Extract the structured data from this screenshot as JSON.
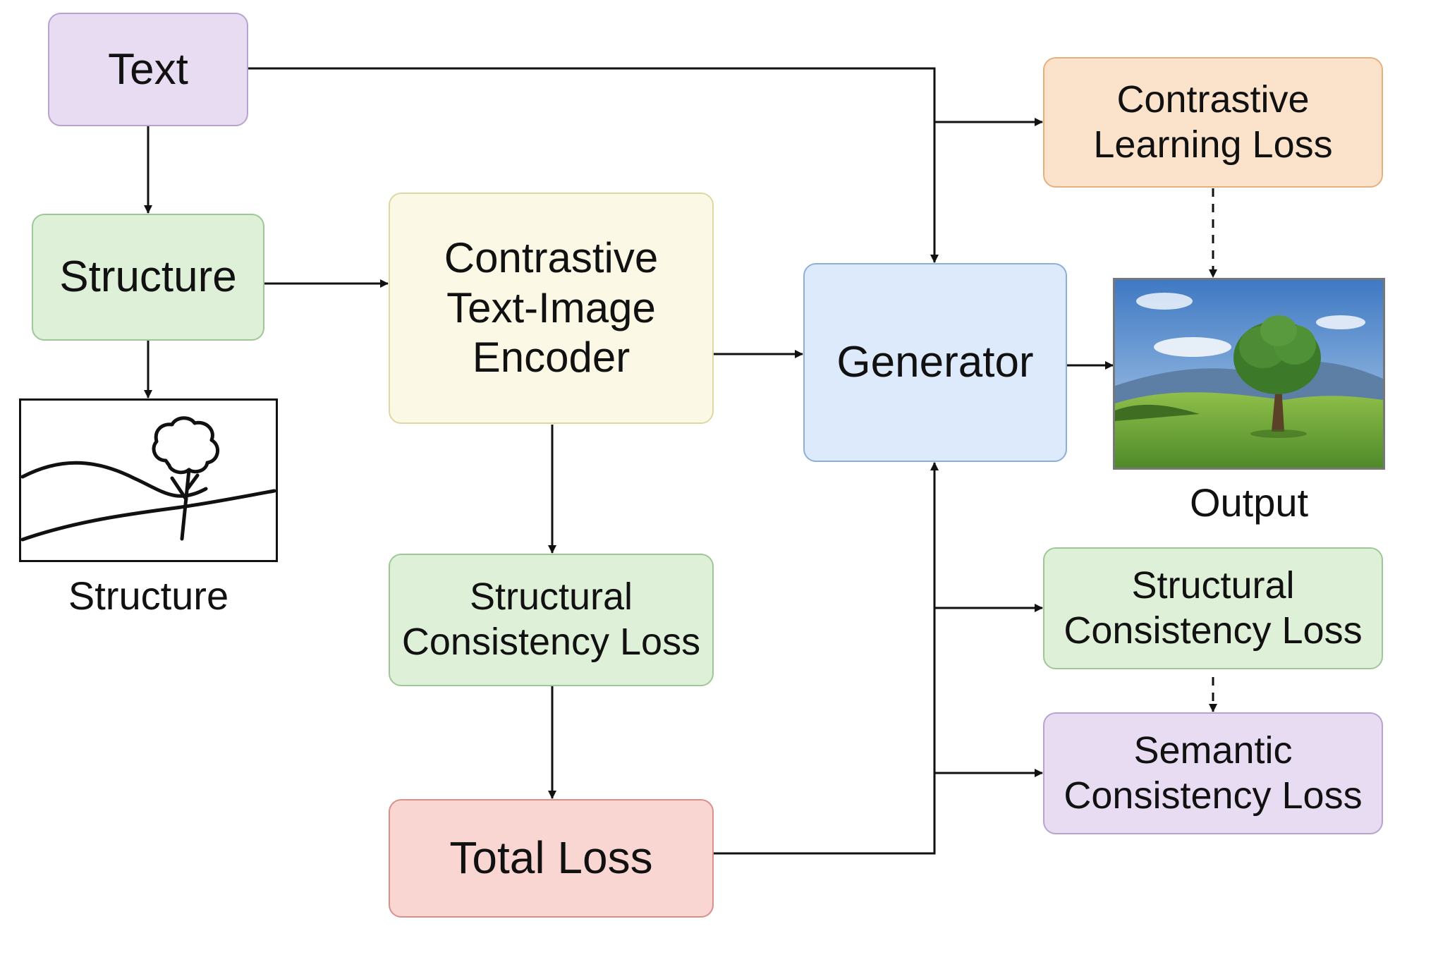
{
  "nodes": {
    "text": "Text",
    "structure": "Structure",
    "encoder": "Contrastive\nText-Image\nEncoder",
    "structural_loss_center": "Structural\nConsistency Loss",
    "total_loss": "Total Loss",
    "generator": "Generator",
    "contrastive_learning_loss": "Contrastive\nLearning Loss",
    "structural_loss_right": "Structural\nConsistency Loss",
    "semantic_loss": "Semantic\nConsistency Loss"
  },
  "captions": {
    "structure_sketch": "Structure",
    "output_image": "Output"
  },
  "colors": {
    "purple_fill": "#e8dcf2",
    "purple_border": "#b8a2cf",
    "green_fill": "#dff0d9",
    "green_border": "#9dc896",
    "yellow_fill": "#fbf9e6",
    "yellow_border": "#ddd8a0",
    "red_fill": "#f9d6d2",
    "red_border": "#dc8f88",
    "blue_fill": "#ddeafb",
    "blue_border": "#8eaed8",
    "orange_fill": "#fbe3cb",
    "orange_border": "#e5b07e",
    "line": "#111111"
  }
}
